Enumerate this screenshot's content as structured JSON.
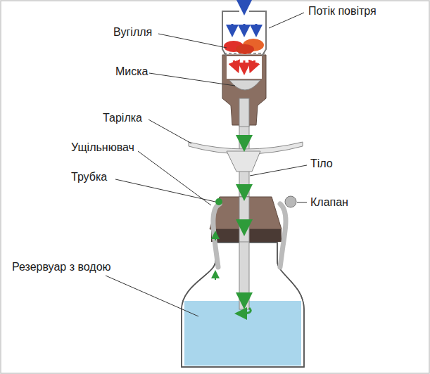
{
  "diagram": {
    "labels": [
      "Потік повітря",
      "Вугілля",
      "Миска",
      "Тарілка",
      "Ущільнювач",
      "Тіло",
      "Трубка",
      "Клапан",
      "Резервуар з водою"
    ]
  }
}
